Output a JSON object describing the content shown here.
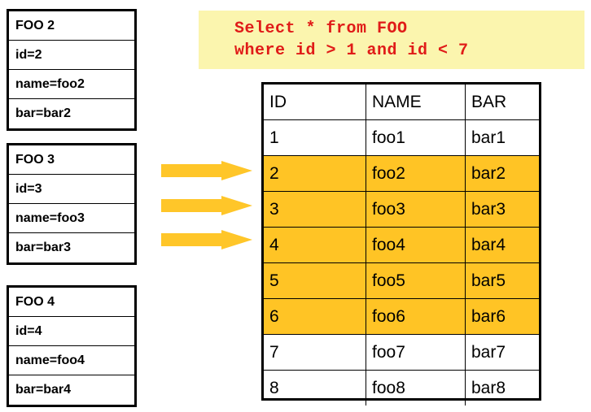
{
  "colors": {
    "highlight_row": "#FFC425",
    "arrow": "#FFC629",
    "sql_background": "#FBF5AE",
    "sql_text": "#E01B18",
    "border": "#000000",
    "page_background": "#FFFFFF"
  },
  "records": [
    {
      "title": "FOO 2",
      "fields": [
        "id=2",
        "name=foo2",
        "bar=bar2"
      ]
    },
    {
      "title": "FOO 3",
      "fields": [
        "id=3",
        "name=foo3",
        "bar=bar3"
      ]
    },
    {
      "title": "FOO 4",
      "fields": [
        "id=4",
        "name=foo4",
        "bar=bar4"
      ]
    }
  ],
  "arrows": [
    {
      "name": "arrow-1",
      "direction": "right"
    },
    {
      "name": "arrow-2",
      "direction": "right"
    },
    {
      "name": "arrow-3",
      "direction": "right"
    }
  ],
  "sql": {
    "line1": "Select * from FOO",
    "line2": "where id > 1 and id < 7"
  },
  "result_table": {
    "columns": [
      "ID",
      "NAME",
      "BAR"
    ],
    "rows": [
      {
        "cells": [
          "1",
          "foo1",
          "bar1"
        ],
        "highlighted": false
      },
      {
        "cells": [
          "2",
          "foo2",
          "bar2"
        ],
        "highlighted": true
      },
      {
        "cells": [
          "3",
          "foo3",
          "bar3"
        ],
        "highlighted": true
      },
      {
        "cells": [
          "4",
          "foo4",
          "bar4"
        ],
        "highlighted": true
      },
      {
        "cells": [
          "5",
          "foo5",
          "bar5"
        ],
        "highlighted": true
      },
      {
        "cells": [
          "6",
          "foo6",
          "bar6"
        ],
        "highlighted": true
      },
      {
        "cells": [
          "7",
          "foo7",
          "bar7"
        ],
        "highlighted": false
      },
      {
        "cells": [
          "8",
          "foo8",
          "bar8"
        ],
        "highlighted": false
      }
    ]
  }
}
